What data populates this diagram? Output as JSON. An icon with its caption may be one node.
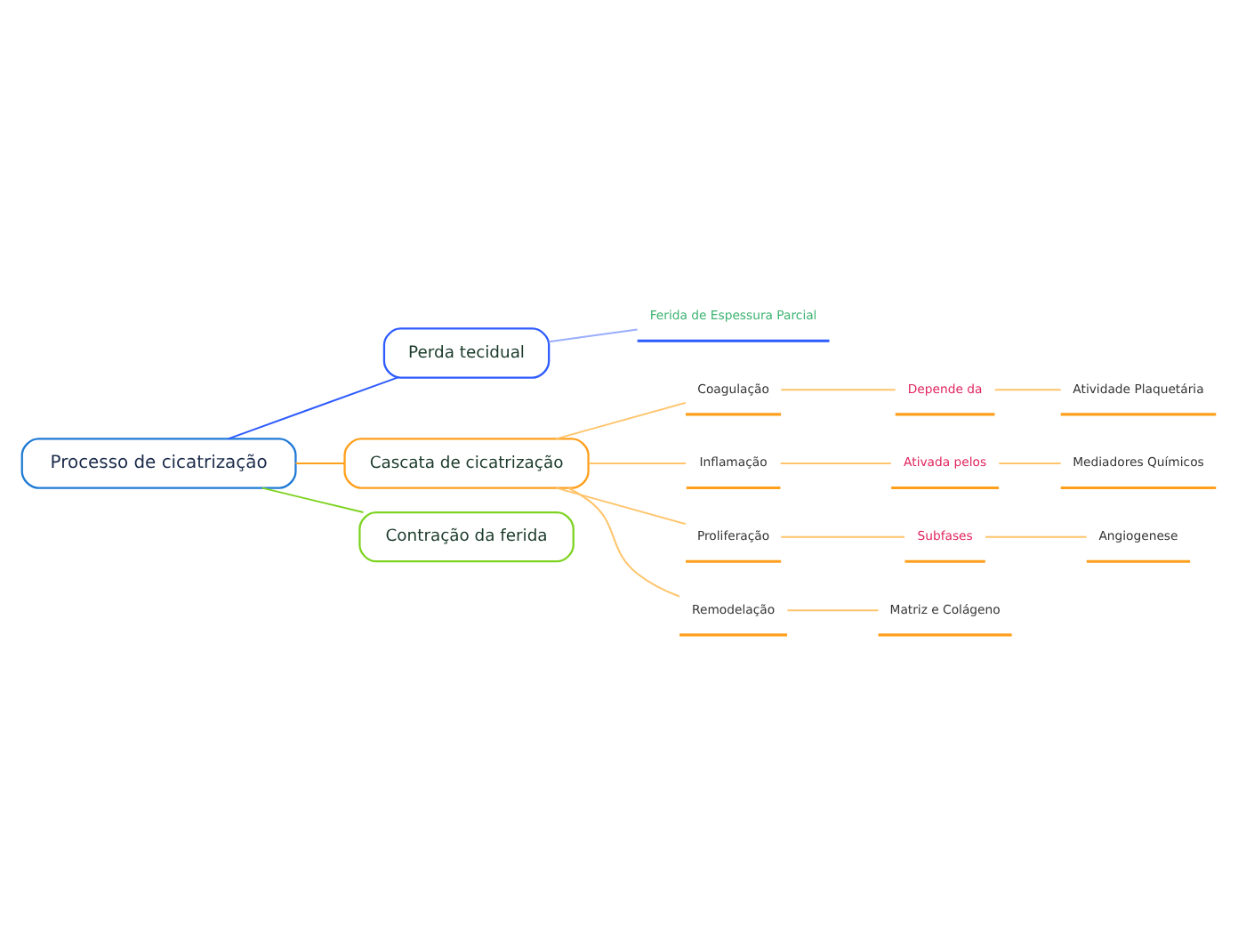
{
  "diagram": {
    "nodes": [
      {
        "text": [
          "Processo de cicatrização"
        ]
      },
      {
        "text": [
          "Perda tecidual"
        ]
      },
      {
        "text": [
          "Ferida de Espessura Parcial"
        ]
      },
      {
        "text": [
          "Cascata de cicatrização"
        ]
      },
      {
        "text": [
          "Coagulação"
        ]
      },
      {
        "text": [
          "Depende da"
        ]
      },
      {
        "text": [
          "Atividade Plaquetária"
        ]
      },
      {
        "text": [
          "Inflamação"
        ]
      },
      {
        "text": [
          "Ativada pelos"
        ]
      },
      {
        "text": [
          "Mediadores Químicos"
        ]
      },
      {
        "text": [
          "Proliferação"
        ]
      },
      {
        "text": [
          "Subfases"
        ]
      },
      {
        "text": [
          "Angiogenese"
        ]
      },
      {
        "text": [
          "Remodelação"
        ]
      },
      {
        "text": [
          "Matriz e Colágeno"
        ]
      },
      {
        "text": [
          "Contração da ferida"
        ]
      }
    ],
    "edges": [
      {
        "from": 0,
        "to": 1,
        "arrow": "none",
        "color": "#2e5bff"
      },
      {
        "from": 1,
        "to": 2,
        "arrow": "none",
        "color": "#9aaefc"
      },
      {
        "from": 0,
        "to": 3,
        "arrow": "none"
      },
      {
        "from": 3,
        "to": 4,
        "arrow": "none",
        "color": "#ffc46b"
      },
      {
        "from": 4,
        "to": 5,
        "arrow": "none",
        "color": "#ffc46b"
      },
      {
        "from": 5,
        "to": 6,
        "arrow": "none",
        "color": "#ffc46b"
      },
      {
        "from": 3,
        "to": 7,
        "arrow": "none",
        "color": "#ffc46b"
      },
      {
        "from": 7,
        "to": 8,
        "arrow": "none",
        "color": "#ffc46b"
      },
      {
        "from": 8,
        "to": 9,
        "arrow": "none",
        "color": "#ffc46b"
      },
      {
        "from": 3,
        "to": 10,
        "arrow": "none",
        "color": "#ffc46b"
      },
      {
        "from": 10,
        "to": 11,
        "arrow": "none",
        "color": "#ffc46b"
      },
      {
        "from": 11,
        "to": 12,
        "arrow": "none",
        "color": "#ffc46b"
      },
      {
        "from": 3,
        "to": 13,
        "arrow": "none",
        "color": "#ffc46b"
      },
      {
        "from": 13,
        "to": 14,
        "arrow": "none",
        "color": "#ffc46b"
      },
      {
        "from": 0,
        "to": 15,
        "arrow": "none",
        "color": "#7ed321"
      }
    ]
  }
}
